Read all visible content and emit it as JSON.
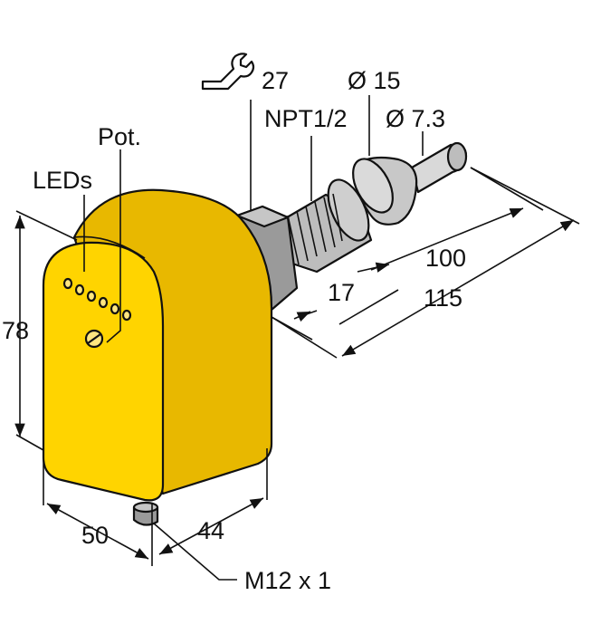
{
  "colors": {
    "housing_yellow": "#FFD400",
    "housing_yellow_side": "#E8B800",
    "metal_light": "#D9D9D9",
    "metal_mid": "#BDBDBD",
    "metal_dark": "#8F8F8F",
    "line": "#111111"
  },
  "labels": {
    "wrench_size": "27",
    "diameter_15": "Ø 15",
    "diameter_7_3": "Ø 7.3",
    "thread": "NPT1/2",
    "pot": "Pot.",
    "leds": "LEDs",
    "height": "78",
    "length_100": "100",
    "length_17": "17",
    "length_115": "115",
    "width_50": "50",
    "depth_44": "44",
    "connector": "M12 x 1"
  },
  "icons": [
    "wrench-icon"
  ]
}
